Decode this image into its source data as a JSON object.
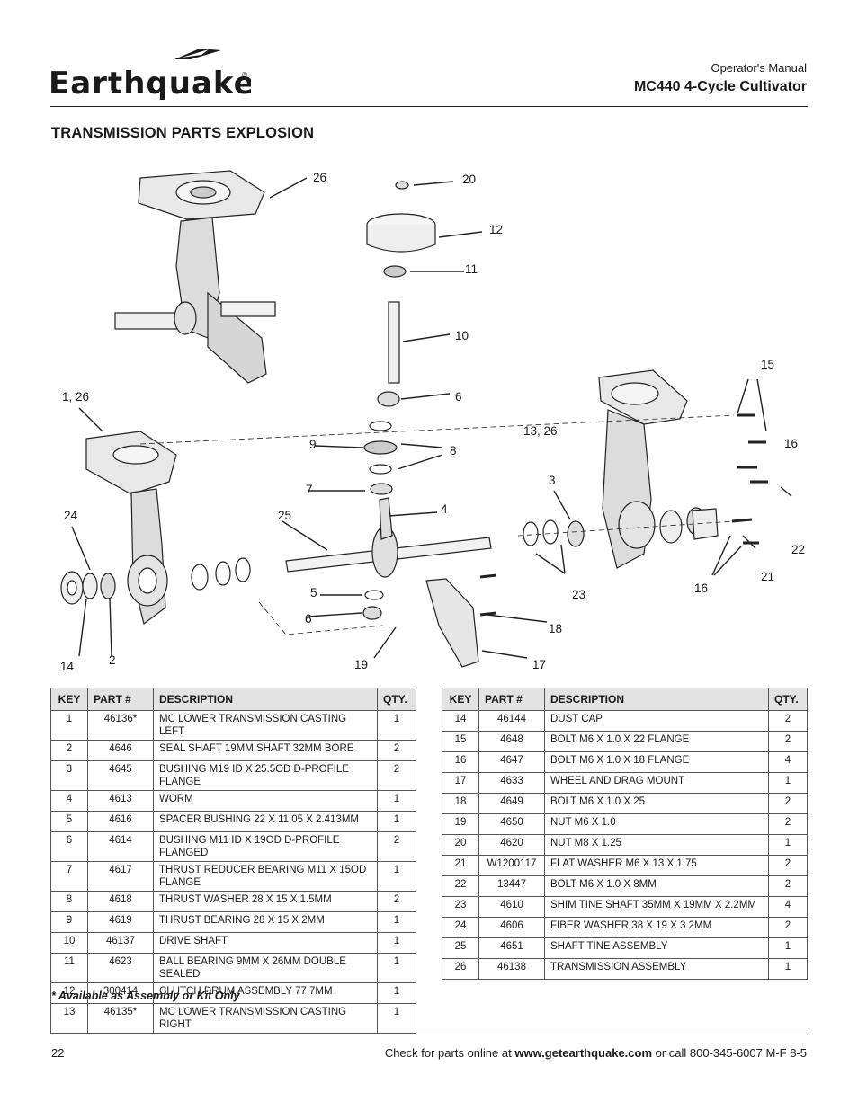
{
  "header": {
    "logo_text": "Earthquake",
    "manual_label": "Operator's Manual",
    "model_title": "MC440 4-Cycle Cultivator"
  },
  "section_title": "TRANSMISSION PARTS EXPLOSION",
  "callouts": [
    "26",
    "20",
    "12",
    "11",
    "10",
    "1, 26",
    "6",
    "15",
    "9",
    "8",
    "13, 26",
    "16",
    "7",
    "3",
    "24",
    "25",
    "4",
    "22",
    "5",
    "23",
    "21",
    "16",
    "6",
    "18",
    "14",
    "2",
    "19",
    "17"
  ],
  "table_headers": {
    "key": "KEY",
    "part": "PART #",
    "description": "DESCRIPTION",
    "qty": "QTY."
  },
  "parts_left": [
    {
      "key": "1",
      "part": "46136*",
      "description": "MC LOWER TRANSMISSION CASTING LEFT",
      "qty": "1"
    },
    {
      "key": "2",
      "part": "4646",
      "description": "SEAL SHAFT 19MM SHAFT 32MM BORE",
      "qty": "2"
    },
    {
      "key": "3",
      "part": "4645",
      "description": "BUSHING M19 ID X 25.5OD D-PROFILE FLANGE",
      "qty": "2"
    },
    {
      "key": "4",
      "part": "4613",
      "description": "WORM",
      "qty": "1"
    },
    {
      "key": "5",
      "part": "4616",
      "description": "SPACER BUSHING 22 X 11.05  X 2.413MM",
      "qty": "1"
    },
    {
      "key": "6",
      "part": "4614",
      "description": "BUSHING M11 ID X 19OD D-PROFILE FLANGED",
      "qty": "2"
    },
    {
      "key": "7",
      "part": "4617",
      "description": "THRUST REDUCER BEARING M11 X 15OD FLANGE",
      "qty": "1"
    },
    {
      "key": "8",
      "part": "4618",
      "description": "THRUST WASHER 28 X 15 X 1.5MM",
      "qty": "2"
    },
    {
      "key": "9",
      "part": "4619",
      "description": "THRUST BEARING 28 X 15 X 2MM",
      "qty": "1"
    },
    {
      "key": "10",
      "part": "46137",
      "description": "DRIVE SHAFT",
      "qty": "1"
    },
    {
      "key": "11",
      "part": "4623",
      "description": "BALL BEARING 9MM X 26MM DOUBLE SEALED",
      "qty": "1"
    },
    {
      "key": "12",
      "part": "300414",
      "description": "CLUTCH DRUM ASSEMBLY 77.7MM",
      "qty": "1"
    },
    {
      "key": "13",
      "part": "46135*",
      "description": "MC LOWER TRANSMISSION CASTING RIGHT",
      "qty": "1"
    }
  ],
  "parts_right": [
    {
      "key": "14",
      "part": "46144",
      "description": "DUST CAP",
      "qty": "2"
    },
    {
      "key": "15",
      "part": "4648",
      "description": "BOLT M6 X 1.0 X 22 FLANGE",
      "qty": "2"
    },
    {
      "key": "16",
      "part": "4647",
      "description": "BOLT M6 X 1.0 X 18 FLANGE",
      "qty": "4"
    },
    {
      "key": "17",
      "part": "4633",
      "description": "WHEEL AND DRAG MOUNT",
      "qty": "1"
    },
    {
      "key": "18",
      "part": "4649",
      "description": "BOLT M6 X 1.0 X 25",
      "qty": "2"
    },
    {
      "key": "19",
      "part": "4650",
      "description": "NUT M6 X 1.0",
      "qty": "2"
    },
    {
      "key": "20",
      "part": "4620",
      "description": "NUT M8 X 1.25",
      "qty": "1"
    },
    {
      "key": "21",
      "part": "W1200117",
      "description": "FLAT WASHER M6 X 13 X 1.75",
      "qty": "2"
    },
    {
      "key": "22",
      "part": "13447",
      "description": "BOLT M6 X 1.0 X 8MM",
      "qty": "2"
    },
    {
      "key": "23",
      "part": "4610",
      "description": "SHIM TINE SHAFT 35MM X 19MM X 2.2MM",
      "qty": "4"
    },
    {
      "key": "24",
      "part": "4606",
      "description": "FIBER WASHER 38 X 19 X 3.2MM",
      "qty": "2"
    },
    {
      "key": "25",
      "part": "4651",
      "description": "SHAFT TINE ASSEMBLY",
      "qty": "1"
    },
    {
      "key": "26",
      "part": "46138",
      "description": "TRANSMISSION ASSEMBLY",
      "qty": "1"
    }
  ],
  "footnote": "* Available as Assembly or Kit Only",
  "footer": {
    "page_number": "22",
    "text_before": "Check for parts online at ",
    "url": "www.getearthquake.com",
    "text_after": " or call 800-345-6007 M-F 8-5"
  }
}
